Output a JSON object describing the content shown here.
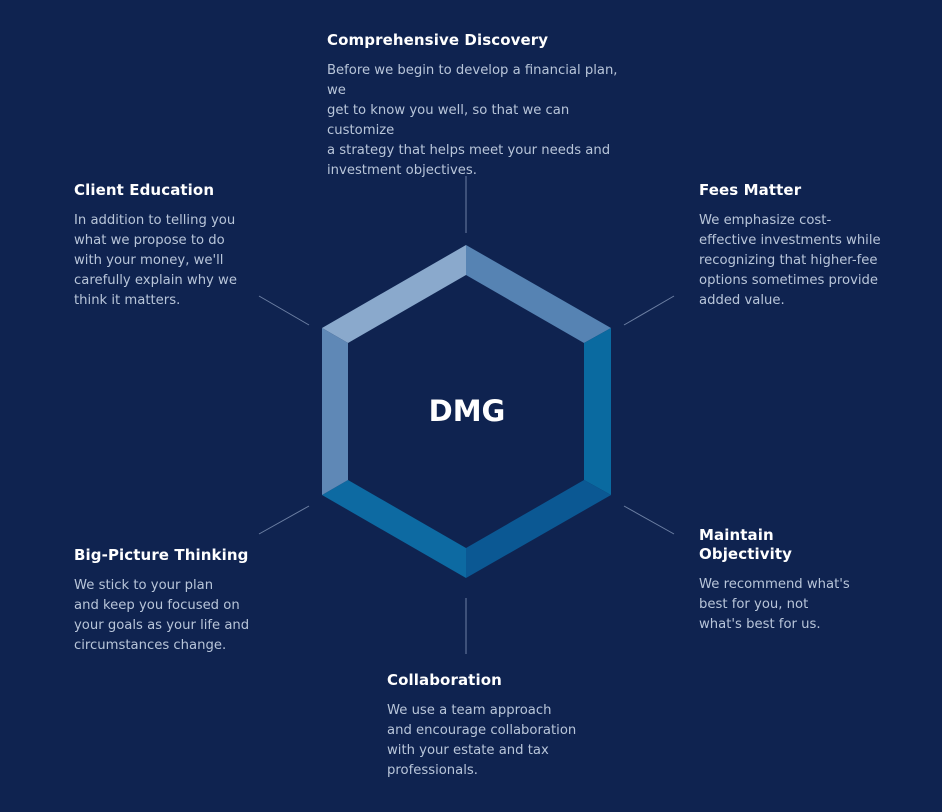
{
  "center_label": "DMG",
  "sections": {
    "discovery": {
      "title": "Comprehensive Discovery",
      "lines": [
        "Before we begin to develop a financial plan, we",
        "get to know you well, so that we can customize",
        "a strategy that helps meet your needs and",
        "investment objectives."
      ]
    },
    "education": {
      "title": "Client Education",
      "lines": [
        "In addition to telling you",
        "what we propose to do",
        "with your money, we'll",
        "carefully explain why we",
        "think it matters."
      ]
    },
    "fees": {
      "title": "Fees Matter",
      "lines": [
        "We emphasize cost-",
        "effective investments while",
        "recognizing that higher-fee",
        "options sometimes provide",
        "added value."
      ]
    },
    "bigpicture": {
      "title": "Big-Picture Thinking",
      "lines": [
        "We stick to your plan",
        "and keep you focused on",
        "your goals as your life and",
        "circumstances change."
      ]
    },
    "objectivity": {
      "title_lines": [
        "Maintain",
        "Objectivity"
      ],
      "lines": [
        "We recommend what's",
        "best for you, not",
        "what's best for us."
      ]
    },
    "collaboration": {
      "title": "Collaboration",
      "lines": [
        "We use a team approach",
        "and encourage collaboration",
        "with your estate and tax",
        "professionals."
      ]
    }
  },
  "colors": {
    "background": "#0f2350",
    "face_top_left": "#8aa9cc",
    "face_top_right": "#5683b3",
    "face_right": "#0a6aa0",
    "face_bottom_right": "#0b5893",
    "face_bottom_left": "#0d6aa2",
    "face_left": "#5f88b6",
    "connector": "#6c7fa3"
  }
}
